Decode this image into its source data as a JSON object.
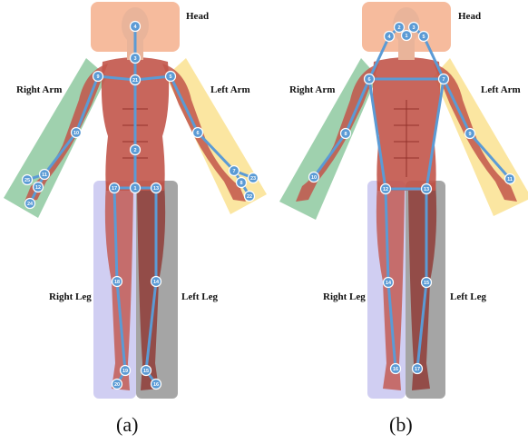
{
  "panels": [
    {
      "id": "a",
      "caption": "(a)",
      "labels": {
        "head": "Head",
        "right_arm": "Right Arm",
        "left_arm": "Left Arm",
        "right_leg": "Right Leg",
        "left_leg": "Left Leg"
      },
      "region_colors": {
        "head": "#f3a47c",
        "right_arm": "#7fc293",
        "left_arm": "#f9dc79",
        "right_leg": "#c8c6f0",
        "left_leg": "#8f8f8f"
      },
      "joints": [
        {
          "id": "4"
        },
        {
          "id": "3"
        },
        {
          "id": "21"
        },
        {
          "id": "9"
        },
        {
          "id": "5"
        },
        {
          "id": "2"
        },
        {
          "id": "10"
        },
        {
          "id": "6"
        },
        {
          "id": "11"
        },
        {
          "id": "25"
        },
        {
          "id": "12"
        },
        {
          "id": "24"
        },
        {
          "id": "7"
        },
        {
          "id": "23"
        },
        {
          "id": "8"
        },
        {
          "id": "22"
        },
        {
          "id": "17"
        },
        {
          "id": "1"
        },
        {
          "id": "13"
        },
        {
          "id": "18"
        },
        {
          "id": "14"
        },
        {
          "id": "19"
        },
        {
          "id": "15"
        },
        {
          "id": "20"
        },
        {
          "id": "16"
        }
      ]
    },
    {
      "id": "b",
      "caption": "(b)",
      "labels": {
        "head": "Head",
        "right_arm": "Right Arm",
        "left_arm": "Left Arm",
        "right_leg": "Right Leg",
        "left_leg": "Left Leg"
      },
      "region_colors": {
        "head": "#f3a47c",
        "right_arm": "#7fc293",
        "left_arm": "#f9dc79",
        "right_leg": "#c8c6f0",
        "left_leg": "#8f8f8f"
      },
      "joints": [
        {
          "id": "2"
        },
        {
          "id": "3"
        },
        {
          "id": "1"
        },
        {
          "id": "4"
        },
        {
          "id": "5"
        },
        {
          "id": "6"
        },
        {
          "id": "7"
        },
        {
          "id": "8"
        },
        {
          "id": "9"
        },
        {
          "id": "10"
        },
        {
          "id": "11"
        },
        {
          "id": "12"
        },
        {
          "id": "13"
        },
        {
          "id": "14"
        },
        {
          "id": "15"
        },
        {
          "id": "16"
        },
        {
          "id": "17"
        }
      ]
    }
  ],
  "colors": {
    "skeleton": "#5b9bd5",
    "joint_fill": "#5b9bd5",
    "joint_text": "#ffffff",
    "muscle": "#c2554a",
    "muscle_dark": "#8e2f29",
    "skin": "#e9b49a"
  }
}
